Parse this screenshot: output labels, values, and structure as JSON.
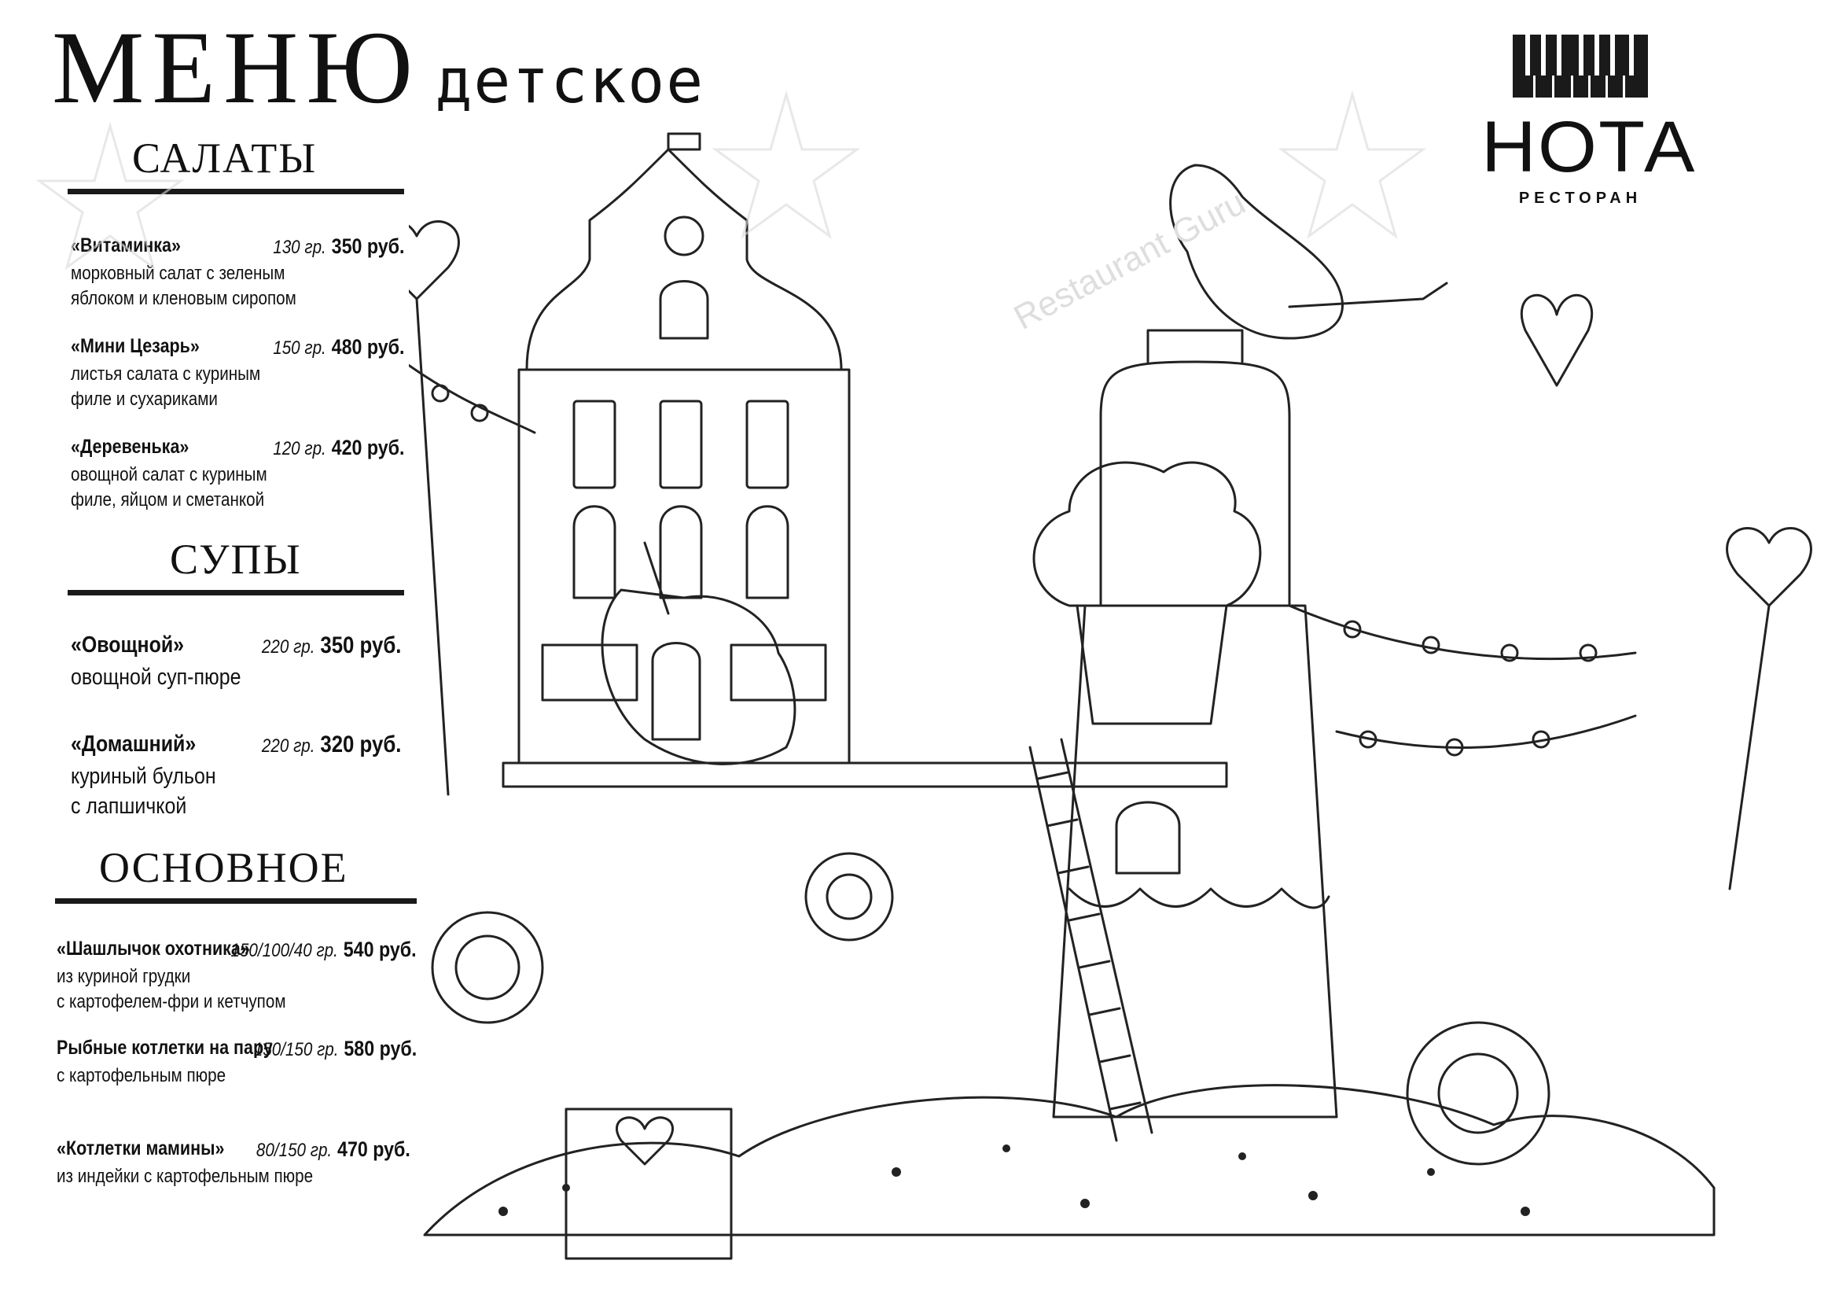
{
  "title": {
    "main": "МЕНЮ",
    "sub": "детское"
  },
  "logo": {
    "name": "НОТА",
    "subtitle": "РЕСТОРАН",
    "icon": "piano-keys-icon"
  },
  "watermark": "Restaurant Guru",
  "sections": [
    {
      "title": "САЛАТЫ",
      "items": [
        {
          "name": "«Витаминка»",
          "weight": "130 гр.",
          "price": "350 руб.",
          "desc": "морковный салат с зеленым\nяблоком и кленовым сиропом"
        },
        {
          "name": "«Мини Цезарь»",
          "weight": "150 гр.",
          "price": "480 руб.",
          "desc": "листья салата с куриным\nфиле и сухариками"
        },
        {
          "name": "«Деревенька»",
          "weight": "120 гр.",
          "price": "420 руб.",
          "desc": "овощной салат с куриным\nфиле, яйцом и сметанкой"
        }
      ]
    },
    {
      "title": "СУПЫ",
      "items": [
        {
          "name": "«Овощной»",
          "weight": "220 гр.",
          "price": "350 руб.",
          "desc": "овощной суп-пюре"
        },
        {
          "name": "«Домашний»",
          "weight": "220 гр.",
          "price": "320 руб.",
          "desc": "куриный бульон\nс лапшичкой"
        }
      ]
    },
    {
      "title": "ОСНОВНОЕ",
      "items": [
        {
          "name": "«Шашлычок охотника»",
          "weight": "150/100/40 гр.",
          "price": "540 руб.",
          "desc": "из куриной грудки\nс картофелем-фри и кетчупом"
        },
        {
          "name": "Рыбные котлетки на пару",
          "weight": "150/150 гр.",
          "price": "580 руб.",
          "desc": "с картофельным пюре"
        },
        {
          "name": "«Котлетки мамины»",
          "weight": "80/150 гр.",
          "price": "470 руб.",
          "desc": "из индейки с картофельным пюре"
        }
      ]
    }
  ]
}
